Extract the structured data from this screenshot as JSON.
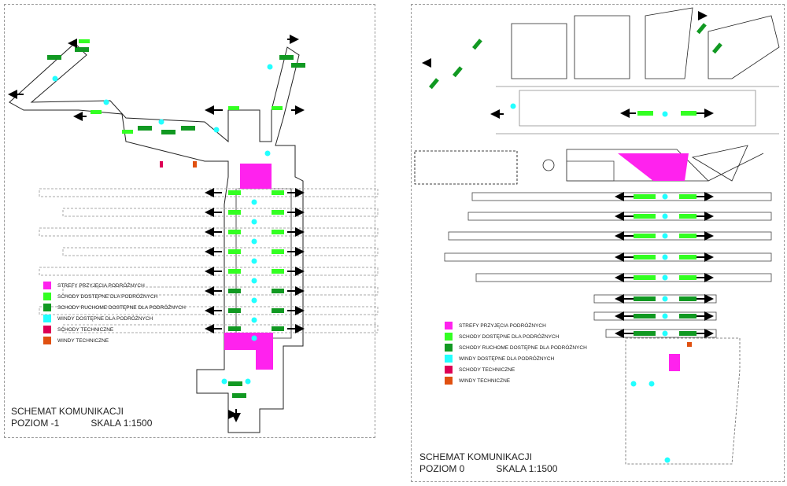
{
  "colors": {
    "reception": "#ff22ee",
    "stairs": "#33ff22",
    "escalators": "#119922",
    "lifts": "#22ffff",
    "tech_stairs": "#dd0055",
    "tech_lifts": "#e05010"
  },
  "legend": [
    {
      "label": "STREFY PRZYJĘCIA PODRÓŻNYCH",
      "color": "#ff22ee"
    },
    {
      "label": "SCHODY DOSTĘPNE DLA PODRÓŻNYCH",
      "color": "#33ff22"
    },
    {
      "label": "SCHODY RUCHOME DOSTĘPNE DLA PODRÓŻNYCH",
      "color": "#119922"
    },
    {
      "label": "WINDY DOSTĘPNE DLA PODRÓŻNYCH",
      "color": "#22ffff"
    },
    {
      "label": "SCHODY TECHNICZNE",
      "color": "#dd0055"
    },
    {
      "label": "WINDY TECHNICZNE",
      "color": "#e05010"
    }
  ],
  "left": {
    "title": "SCHEMAT KOMUNIKACJI",
    "level": "POZIOM -1",
    "scale": "SKALA 1:1500"
  },
  "right": {
    "title": "SCHEMAT KOMUNIKACJI",
    "level": "POZIOM 0",
    "scale": "SKALA 1:1500"
  }
}
